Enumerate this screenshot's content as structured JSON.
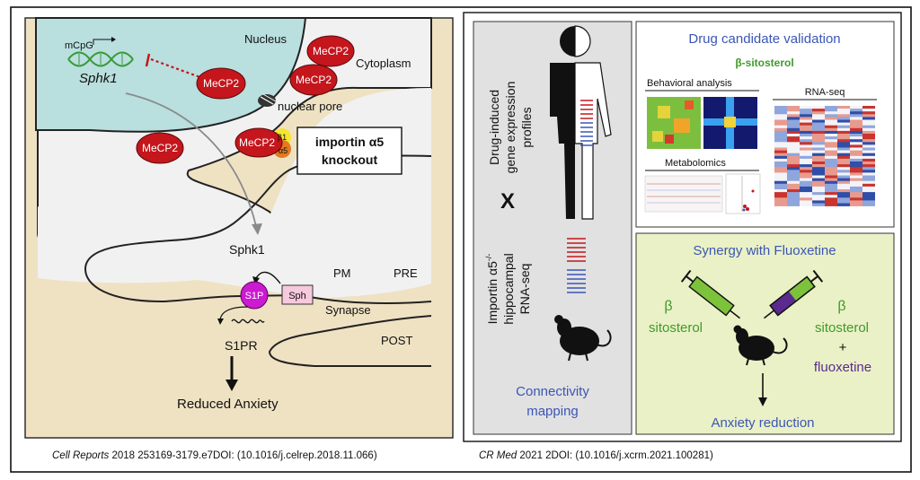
{
  "left_panel": {
    "mcpg": "mCpG",
    "gene_italic": "Sphk1",
    "nucleus": "Nucleus",
    "cytoplasm": "Cytoplasm",
    "mecp2": "MeCP2",
    "nuclear_pore": "nuclear pore",
    "beta1": "β1",
    "alpha5": "α5",
    "importin_line1": "importin α5",
    "importin_line2": "knockout",
    "sphk1": "Sphk1",
    "pm": "PM",
    "pre": "PRE",
    "s1p": "S1P",
    "sph": "Sph",
    "synapse": "Synapse",
    "s1pr": "S1PR",
    "post": "POST",
    "reduced_anxiety": "Reduced Anxiety"
  },
  "right_panel": {
    "profiles_l1": "Drug-induced",
    "profiles_l2": "gene expression",
    "profiles_l3": "profiles",
    "times": "X",
    "rnaseq_l1": "Importin α5",
    "rnaseq_sup": "-/-",
    "rnaseq_l2": "hippocampal",
    "rnaseq_l3": "RNA-seq",
    "connectivity_l1": "Connectivity",
    "connectivity_l2": "mapping",
    "validation_title": "Drug candidate validation",
    "beta_sitosterol": "β-sitosterol",
    "behavioral": "Behavioral analysis",
    "rnaseq_label": "RNA-seq",
    "metabolomics": "Metabolomics",
    "synergy_title": "Synergy with Fluoxetine",
    "beta": "β",
    "sitosterol": "sitosterol",
    "plus": "+",
    "fluoxetine": "fluoxetine",
    "anxiety_reduction": "Anxiety reduction"
  },
  "citations": {
    "left_journal": "Cell Reports",
    "left_rest": " 2018 253169-3179.e7DOI: (10.1016/j.celrep.2018.11.066)",
    "right_journal": "CR Med",
    "right_rest": " 2021 2DOI: (10.1016/j.xcrm.2021.100281)"
  },
  "colors": {
    "tan_bg": "#efe2c3",
    "nucleus": "#b9dfde",
    "mecp2": "#c4161c",
    "s1p": "#cc1ad0",
    "sph": "#f7c9dc",
    "panel_gray": "#e1e1e1",
    "panel_green": "#eaf1c6",
    "blue_text": "#3b56b5",
    "green_text": "#3f9b2a",
    "purple_text": "#5a2a8e"
  }
}
